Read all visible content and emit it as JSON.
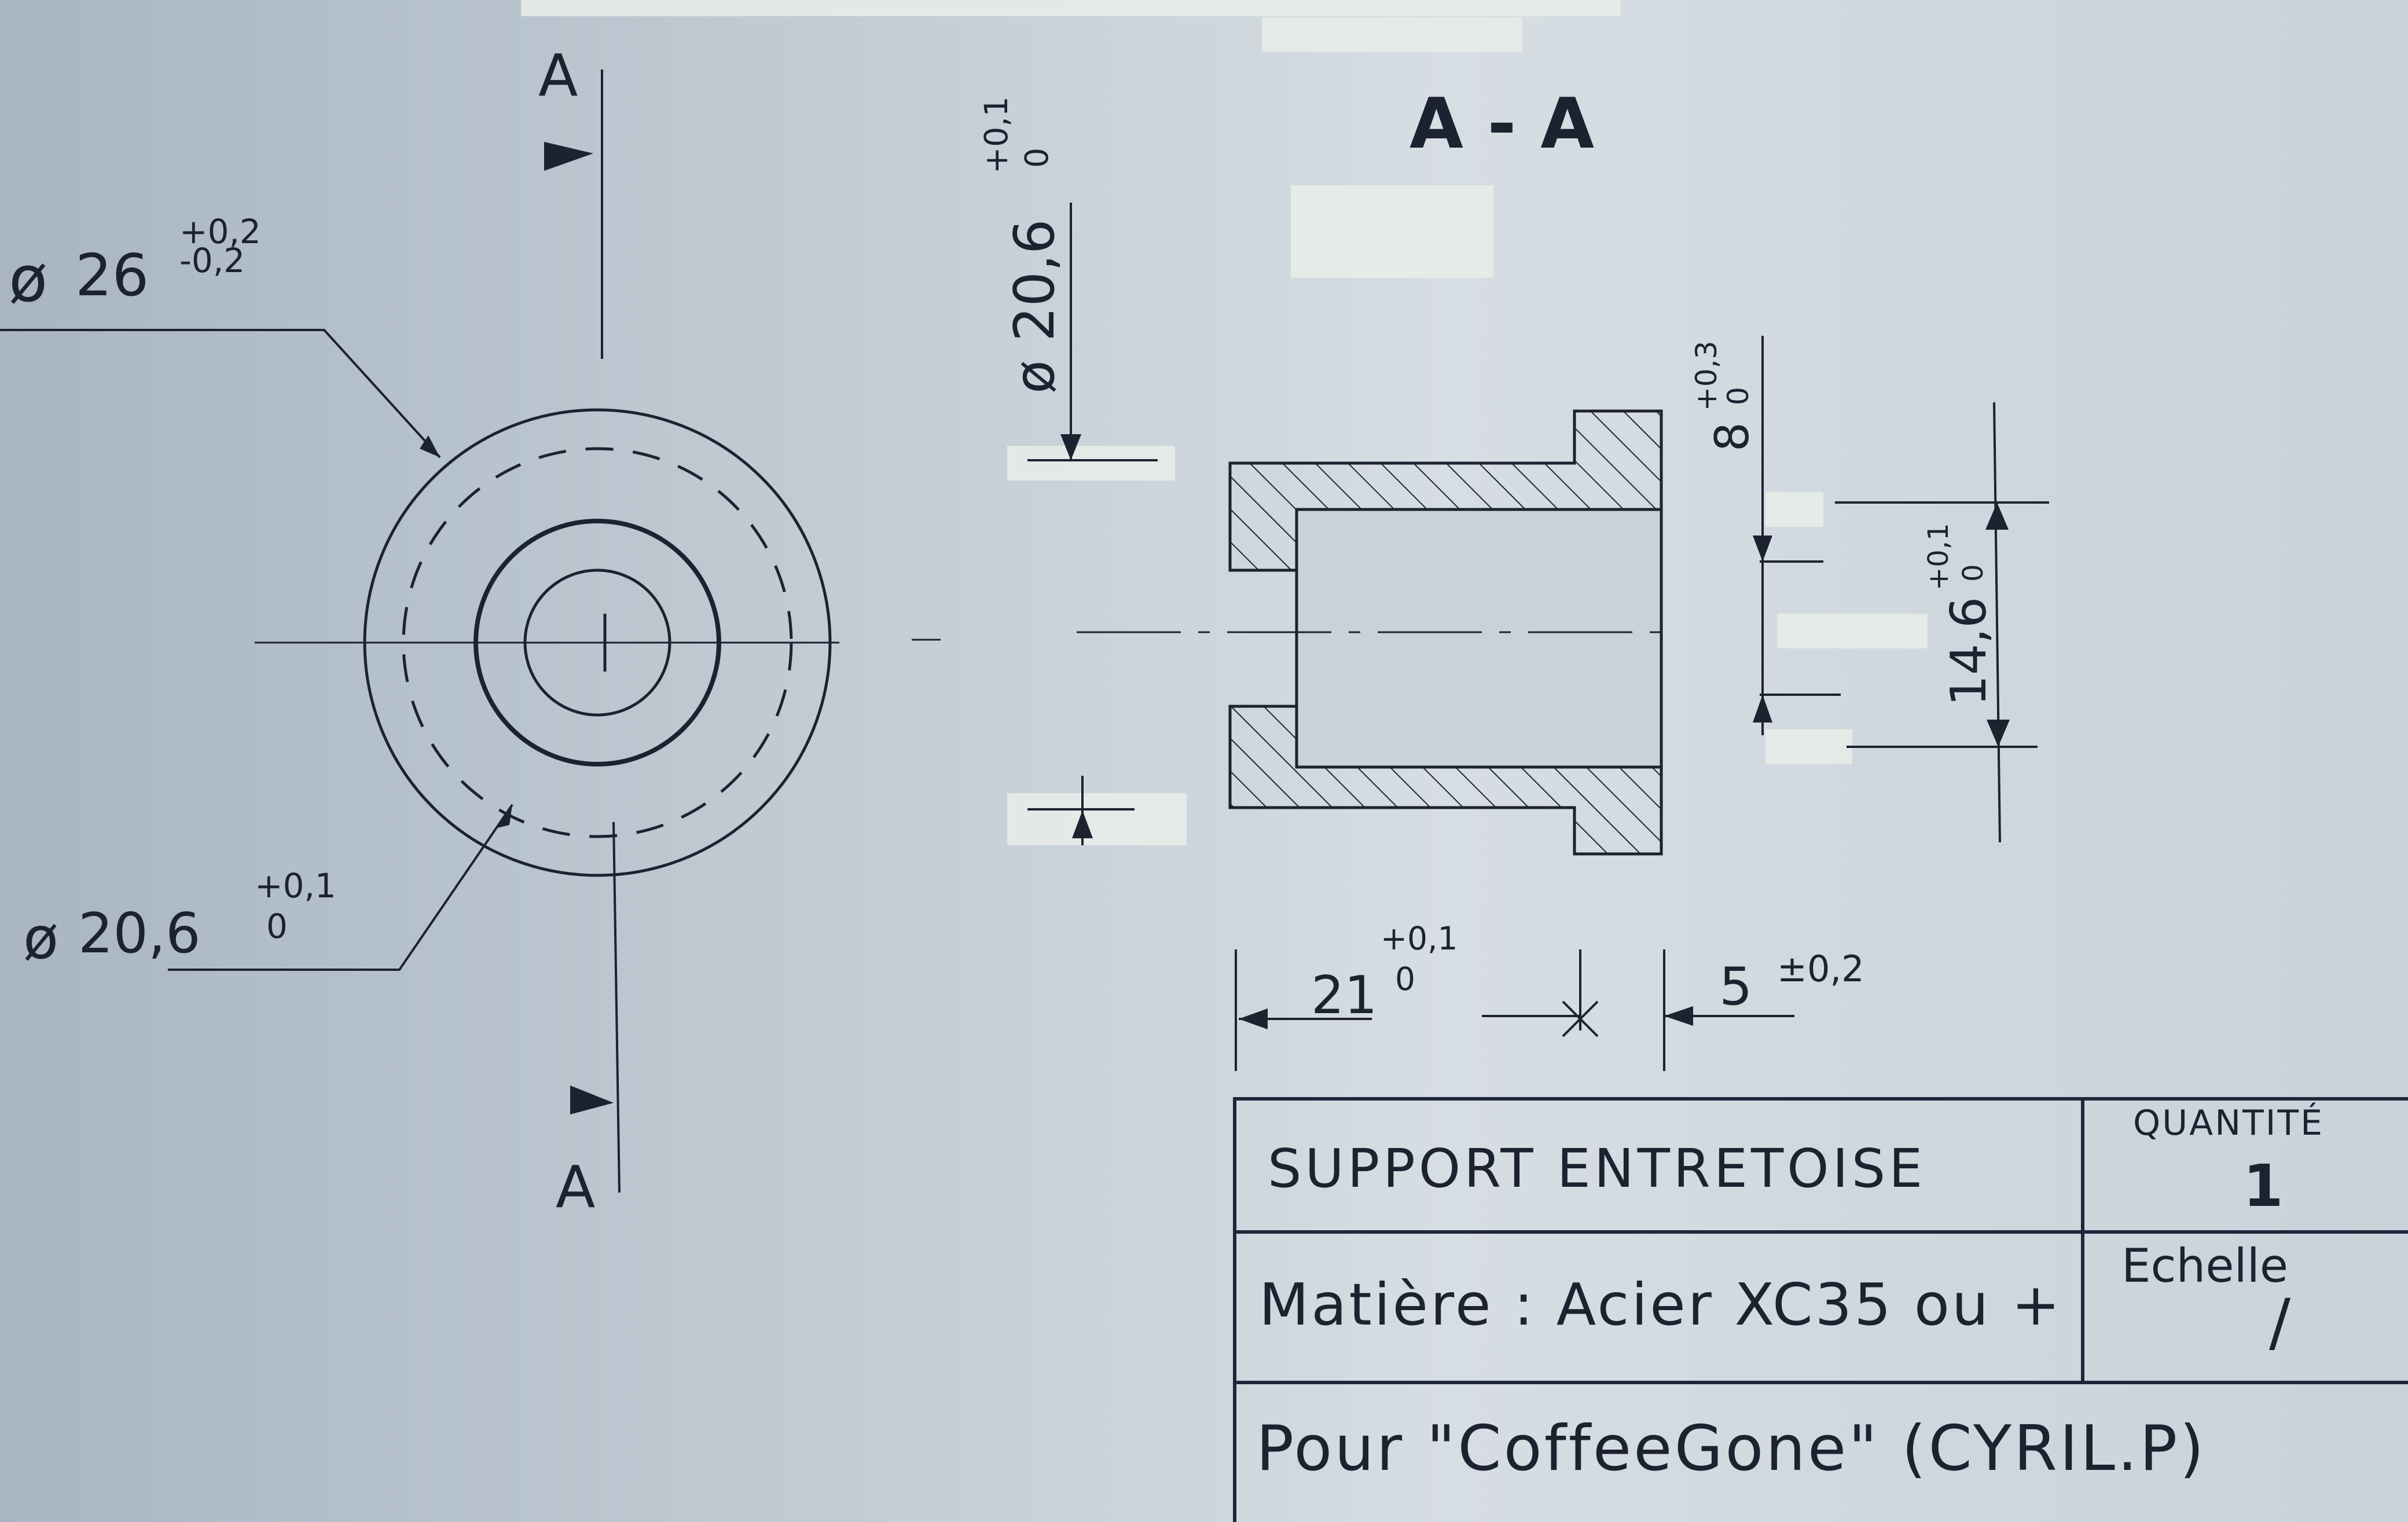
{
  "front_view": {
    "section_mark_top": "A",
    "section_mark_bottom": "A",
    "dim_outer": {
      "symbol": "ø",
      "value": "26",
      "tol_upper": "+0,2",
      "tol_lower": "-0,2"
    },
    "dim_bore": {
      "symbol": "ø",
      "value": "20,6",
      "tol_upper": "+0,1",
      "tol_lower": "0"
    }
  },
  "section_view": {
    "title": "A - A",
    "dim_bore": {
      "symbol": "ø",
      "value": "20,6",
      "tol_upper": "+0,1",
      "tol_lower": "0"
    },
    "dim_length": {
      "value": "21",
      "tol_upper": "+0,1",
      "tol_lower": "0"
    },
    "dim_flange_width": {
      "value": "5",
      "tol": "±0,2"
    },
    "dim_height": {
      "value": "8",
      "tol_upper": "+0,3",
      "tol_lower": "0"
    },
    "dim_depth": {
      "value": "14,6",
      "tol_upper": "+0,1",
      "tol_lower": "0"
    }
  },
  "title_block": {
    "part_name": "SUPPORT ENTRETOISE",
    "quantity_label": "QUANTITÉ",
    "quantity_value": "1",
    "material": "Matière : Acier XC35 ou +",
    "scale_label": "Echelle",
    "scale_value": "/",
    "note": "Pour \"CoffeeGone\" (CYRIL.P)"
  },
  "colors": {
    "ink": "#1d2230",
    "paper": "#c4ced6",
    "tape": "#e8ece8"
  }
}
